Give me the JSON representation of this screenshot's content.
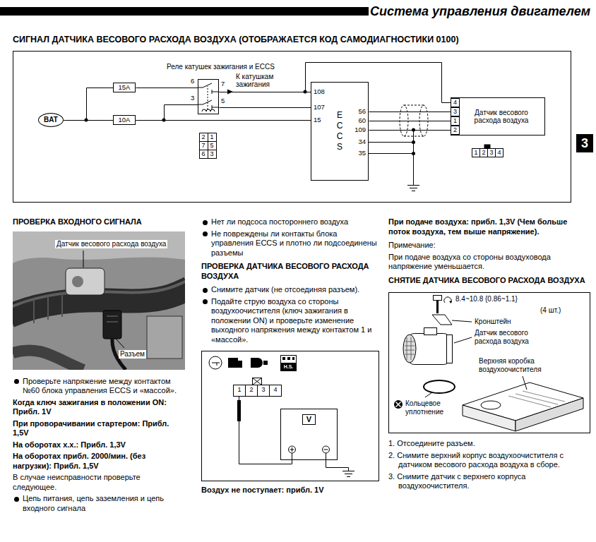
{
  "diagram": {
    "title": "СИГНАЛ ДАТЧИКА ВЕСОВОГО РАСХОДА ВОЗДУХА (ОТОБРАЖАЕТСЯ КОД САМОДИАГНОСТИКИ 0100)",
    "nodes": [
      {
        "text": [
          "BAT"
        ]
      },
      {
        "text": [
          "15A"
        ]
      },
      {
        "text": [
          "10A"
        ]
      },
      {
        "text": [
          "Реле катушек зажигания и ECCS"
        ]
      },
      {
        "text": [
          "E C C S"
        ]
      },
      {
        "text": [
          "Датчик весового расхода воздуха"
        ]
      }
    ],
    "edges": [
      {
        "from": 0,
        "to": 1,
        "arrow": "none"
      },
      {
        "from": 0,
        "to": 2,
        "arrow": "none"
      },
      {
        "from": 1,
        "to": 3,
        "arrow": "none"
      },
      {
        "from": 2,
        "to": 3,
        "arrow": "none"
      },
      {
        "from": 2,
        "to": 4,
        "arrow": "none"
      },
      {
        "from": 3,
        "to": 4,
        "arrow": "none"
      },
      {
        "from": 3,
        "to": 4,
        "arrow": "none"
      },
      {
        "from": 3,
        "to": 5,
        "arrow": "none"
      },
      {
        "from": 4,
        "to": 5,
        "arrow": "none"
      },
      {
        "from": 4,
        "to": 5,
        "arrow": "none"
      },
      {
        "from": 4,
        "to": 5,
        "arrow": "none"
      }
    ],
    "labels": [
      "Система управления двигателем",
      "6",
      "7",
      "3",
      "5",
      "К катушкам зажигания",
      "2",
      "1",
      "7",
      "5",
      "6",
      "3",
      "108",
      "107",
      "15",
      "56",
      "60",
      "109",
      "34",
      "35",
      "4",
      "3",
      "1",
      "2",
      "1",
      "2",
      "3",
      "4",
      "3",
      "ПРОВЕРКА ВХОДНОГО СИГНАЛА",
      "Датчик весового расхода воздуха",
      "Разъем",
      "Проверьте напряжение между контактом №60 блока управления ECCS и «массой».",
      "Когда ключ зажигания в положении ON: Прибл. 1V",
      "При проворачивании стартером: Прибл. 1,5V",
      "На оборотах х.х.: Прибл. 1,3V",
      "На оборотах прибл. 2000/мин. (без нагрузки): Прибл. 1,5V",
      "В случае неисправности проверьте следующее.",
      "Цепь питания, цепь заземления и цепь входного сигнала",
      "Нет ли подсоса постороннего воздуха",
      "Не повреждены ли контакты блока управления ECCS и плотно ли подсоединены разъемы",
      "ПРОВЕРКА ДАТЧИКА ВЕСОВОГО РАСХОДА ВОЗДУХА",
      "Снимите датчик (не отсоединяя разъем).",
      "Подайте струю воздуха со стороны воздухоочистителя (ключ зажигания в положении ON) и проверьте изменение выходного напряжения между контактом 1 и «массой».",
      "H.S.",
      "1",
      "2",
      "3",
      "4",
      "V",
      "Воздух не поступает: прибл. 1V",
      "При подаче воздуха: прибл. 1,3V (Чем больше поток воздуха, тем выше напряжение).",
      "Примечание:",
      "При подаче воздуха со стороны воздуховода напряжение уменьшается.",
      "СНЯТИЕ ДАТЧИКА ВЕСОВОГО РАСХОДА ВОЗДУХА",
      "8.4~10.8 {0.86~1.1}",
      "(4 шт.)",
      "Кронштейн",
      "Датчик весового расхода воздуха",
      "Верхняя коробка воздухоочистителя",
      "Кольцевое уплотнение",
      "1. Отсоедините разъем.",
      "2. Снимите верхний корпус воздухоочистителя с датчиком весового расхода воздуха в сборе.",
      "3. Снимите датчик с верхнего корпуса воздухоочистителя."
    ]
  }
}
